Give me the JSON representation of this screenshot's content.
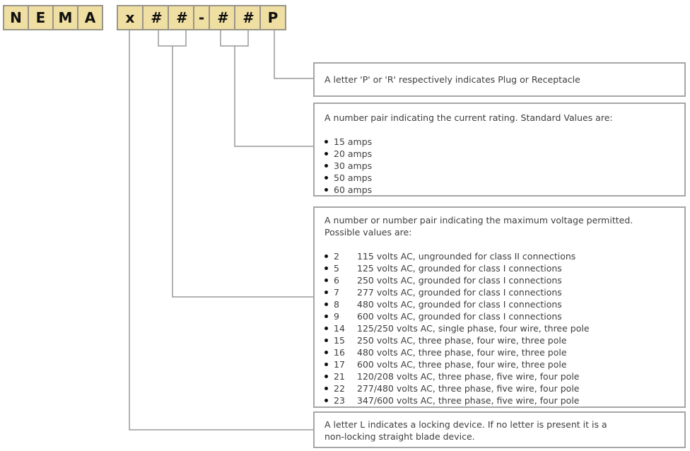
{
  "tiles": {
    "group1": [
      "N",
      "E",
      "M",
      "A"
    ],
    "group2": [
      "x",
      "#",
      "#",
      "-",
      "#",
      "#",
      "P"
    ]
  },
  "boxes": {
    "suffix": {
      "text": "A letter 'P' or 'R' respectively indicates Plug or Receptacle"
    },
    "current": {
      "title": "A number pair indicating the current rating. Standard Values are:",
      "items": [
        "15 amps",
        "20 amps",
        "30 amps",
        "50 amps",
        "60 amps"
      ]
    },
    "voltage": {
      "title_line1": "A number or number pair indicating the maximum voltage permitted.",
      "title_line2": "Possible values are:",
      "items": [
        {
          "code": "2",
          "desc": "115 volts AC, ungrounded for class II connections"
        },
        {
          "code": "5",
          "desc": "125 volts AC, grounded for class I connections"
        },
        {
          "code": "6",
          "desc": "250 volts AC, grounded for class I connections"
        },
        {
          "code": "7",
          "desc": "277 volts AC, grounded for class I connections"
        },
        {
          "code": "8",
          "desc": "480 volts AC, grounded for class I connections"
        },
        {
          "code": "9",
          "desc": "600 volts AC, grounded for class I connections"
        },
        {
          "code": "14",
          "desc": "125/250 volts AC, single phase, four wire, three pole"
        },
        {
          "code": "15",
          "desc": "250 volts AC, three phase, four wire, three pole"
        },
        {
          "code": "16",
          "desc": "480 volts AC, three phase, four wire, three pole"
        },
        {
          "code": "17",
          "desc": "600 volts AC, three phase, four wire, three pole"
        },
        {
          "code": "21",
          "desc": "120/208 volts AC, three phase, five wire, four pole"
        },
        {
          "code": "22",
          "desc": "277/480 volts AC, three phase, five wire, four pole"
        },
        {
          "code": "23",
          "desc": "347/600 volts AC, three phase, five wire, four pole"
        }
      ]
    },
    "locking": {
      "line1": "A letter L indicates a locking device.  If no letter is present it is a",
      "line2": "non-locking straight blade device."
    }
  },
  "colors": {
    "tile_fill": "#f0dfa2",
    "tile_border": "#999489",
    "connector_line": "#999999",
    "box_border": "#a6a6a6",
    "text": "#3d3d3d"
  }
}
